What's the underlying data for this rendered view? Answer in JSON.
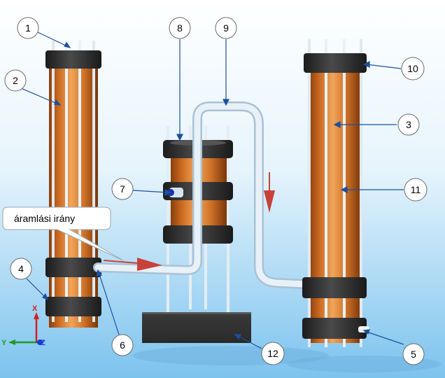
{
  "callouts": [
    {
      "label": "1"
    },
    {
      "label": "2"
    },
    {
      "label": "3"
    },
    {
      "label": "4"
    },
    {
      "label": "5"
    },
    {
      "label": "6"
    },
    {
      "label": "7"
    },
    {
      "label": "8"
    },
    {
      "label": "9"
    },
    {
      "label": "10"
    },
    {
      "label": "11"
    },
    {
      "label": "12"
    }
  ],
  "flow_label": "áramlási irány",
  "axes": {
    "x": "X",
    "y": "Y",
    "z": "Z"
  },
  "colors": {
    "background_top": "#ffffff",
    "background_bottom": "#7fc4ef",
    "copper": "#d8782a",
    "clamp_ring": "#2f2f2f",
    "flow_arrow": "#c8413a",
    "tube": "#e3eef6"
  }
}
